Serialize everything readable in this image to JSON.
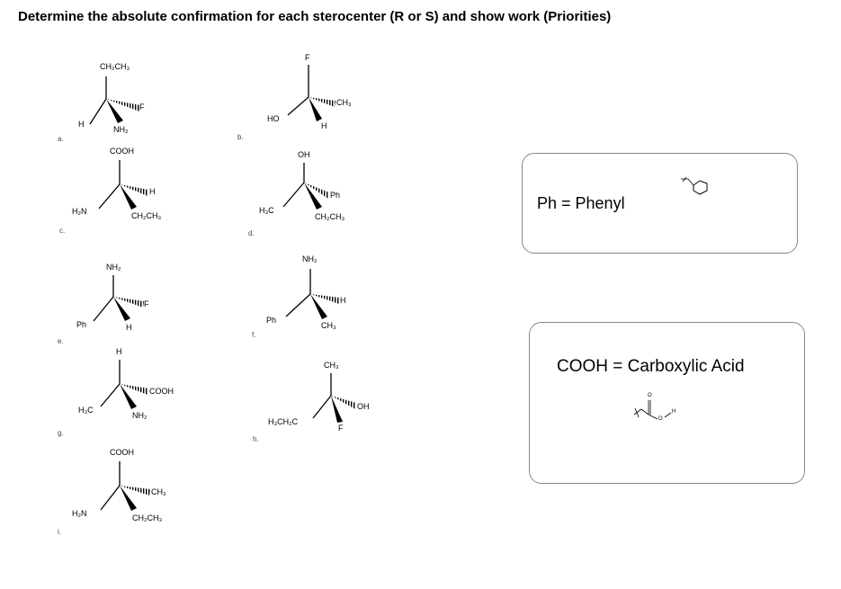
{
  "title": "Determine the absolute confirmation for each sterocenter (R or S) and show work (Priorities)",
  "molecules": [
    {
      "label": "a.",
      "top": "CH₂CH₃",
      "left": "H",
      "hash": "F",
      "wedge": "NH₂"
    },
    {
      "label": "b.",
      "top": "F",
      "left": "HO",
      "hash": "CH₃",
      "wedge": "H"
    },
    {
      "label": "c.",
      "top": "COOH",
      "left": "H₂N",
      "hash": "H",
      "wedge": "CH₂CH₃"
    },
    {
      "label": "d.",
      "top": "OH",
      "left": "H₃C",
      "hash": "Ph",
      "wedge": "CH₂CH₃"
    },
    {
      "label": "e.",
      "top": "NH₂",
      "left": "Ph",
      "hash": "F",
      "wedge": "H"
    },
    {
      "label": "f.",
      "top": "NH₂",
      "left": "Ph",
      "hash": "H",
      "wedge": "CH₃"
    },
    {
      "label": "g.",
      "top": "H",
      "left": "H₃C",
      "hash": "COOH",
      "wedge": "NH₂"
    },
    {
      "label": "h.",
      "top": "CH₃",
      "left": "H₃CH₂C",
      "hash": "OH",
      "wedge": "F"
    },
    {
      "label": "i.",
      "top": "COOH",
      "left": "H₂N",
      "hash": "CH₃",
      "wedge": "CH₂CH₃"
    }
  ],
  "legend": {
    "phenyl": "Ph = Phenyl",
    "carboxylic": "COOH = Carboxylic Acid",
    "acid_o": "O",
    "acid_oh_o": "O",
    "acid_h": "H"
  }
}
